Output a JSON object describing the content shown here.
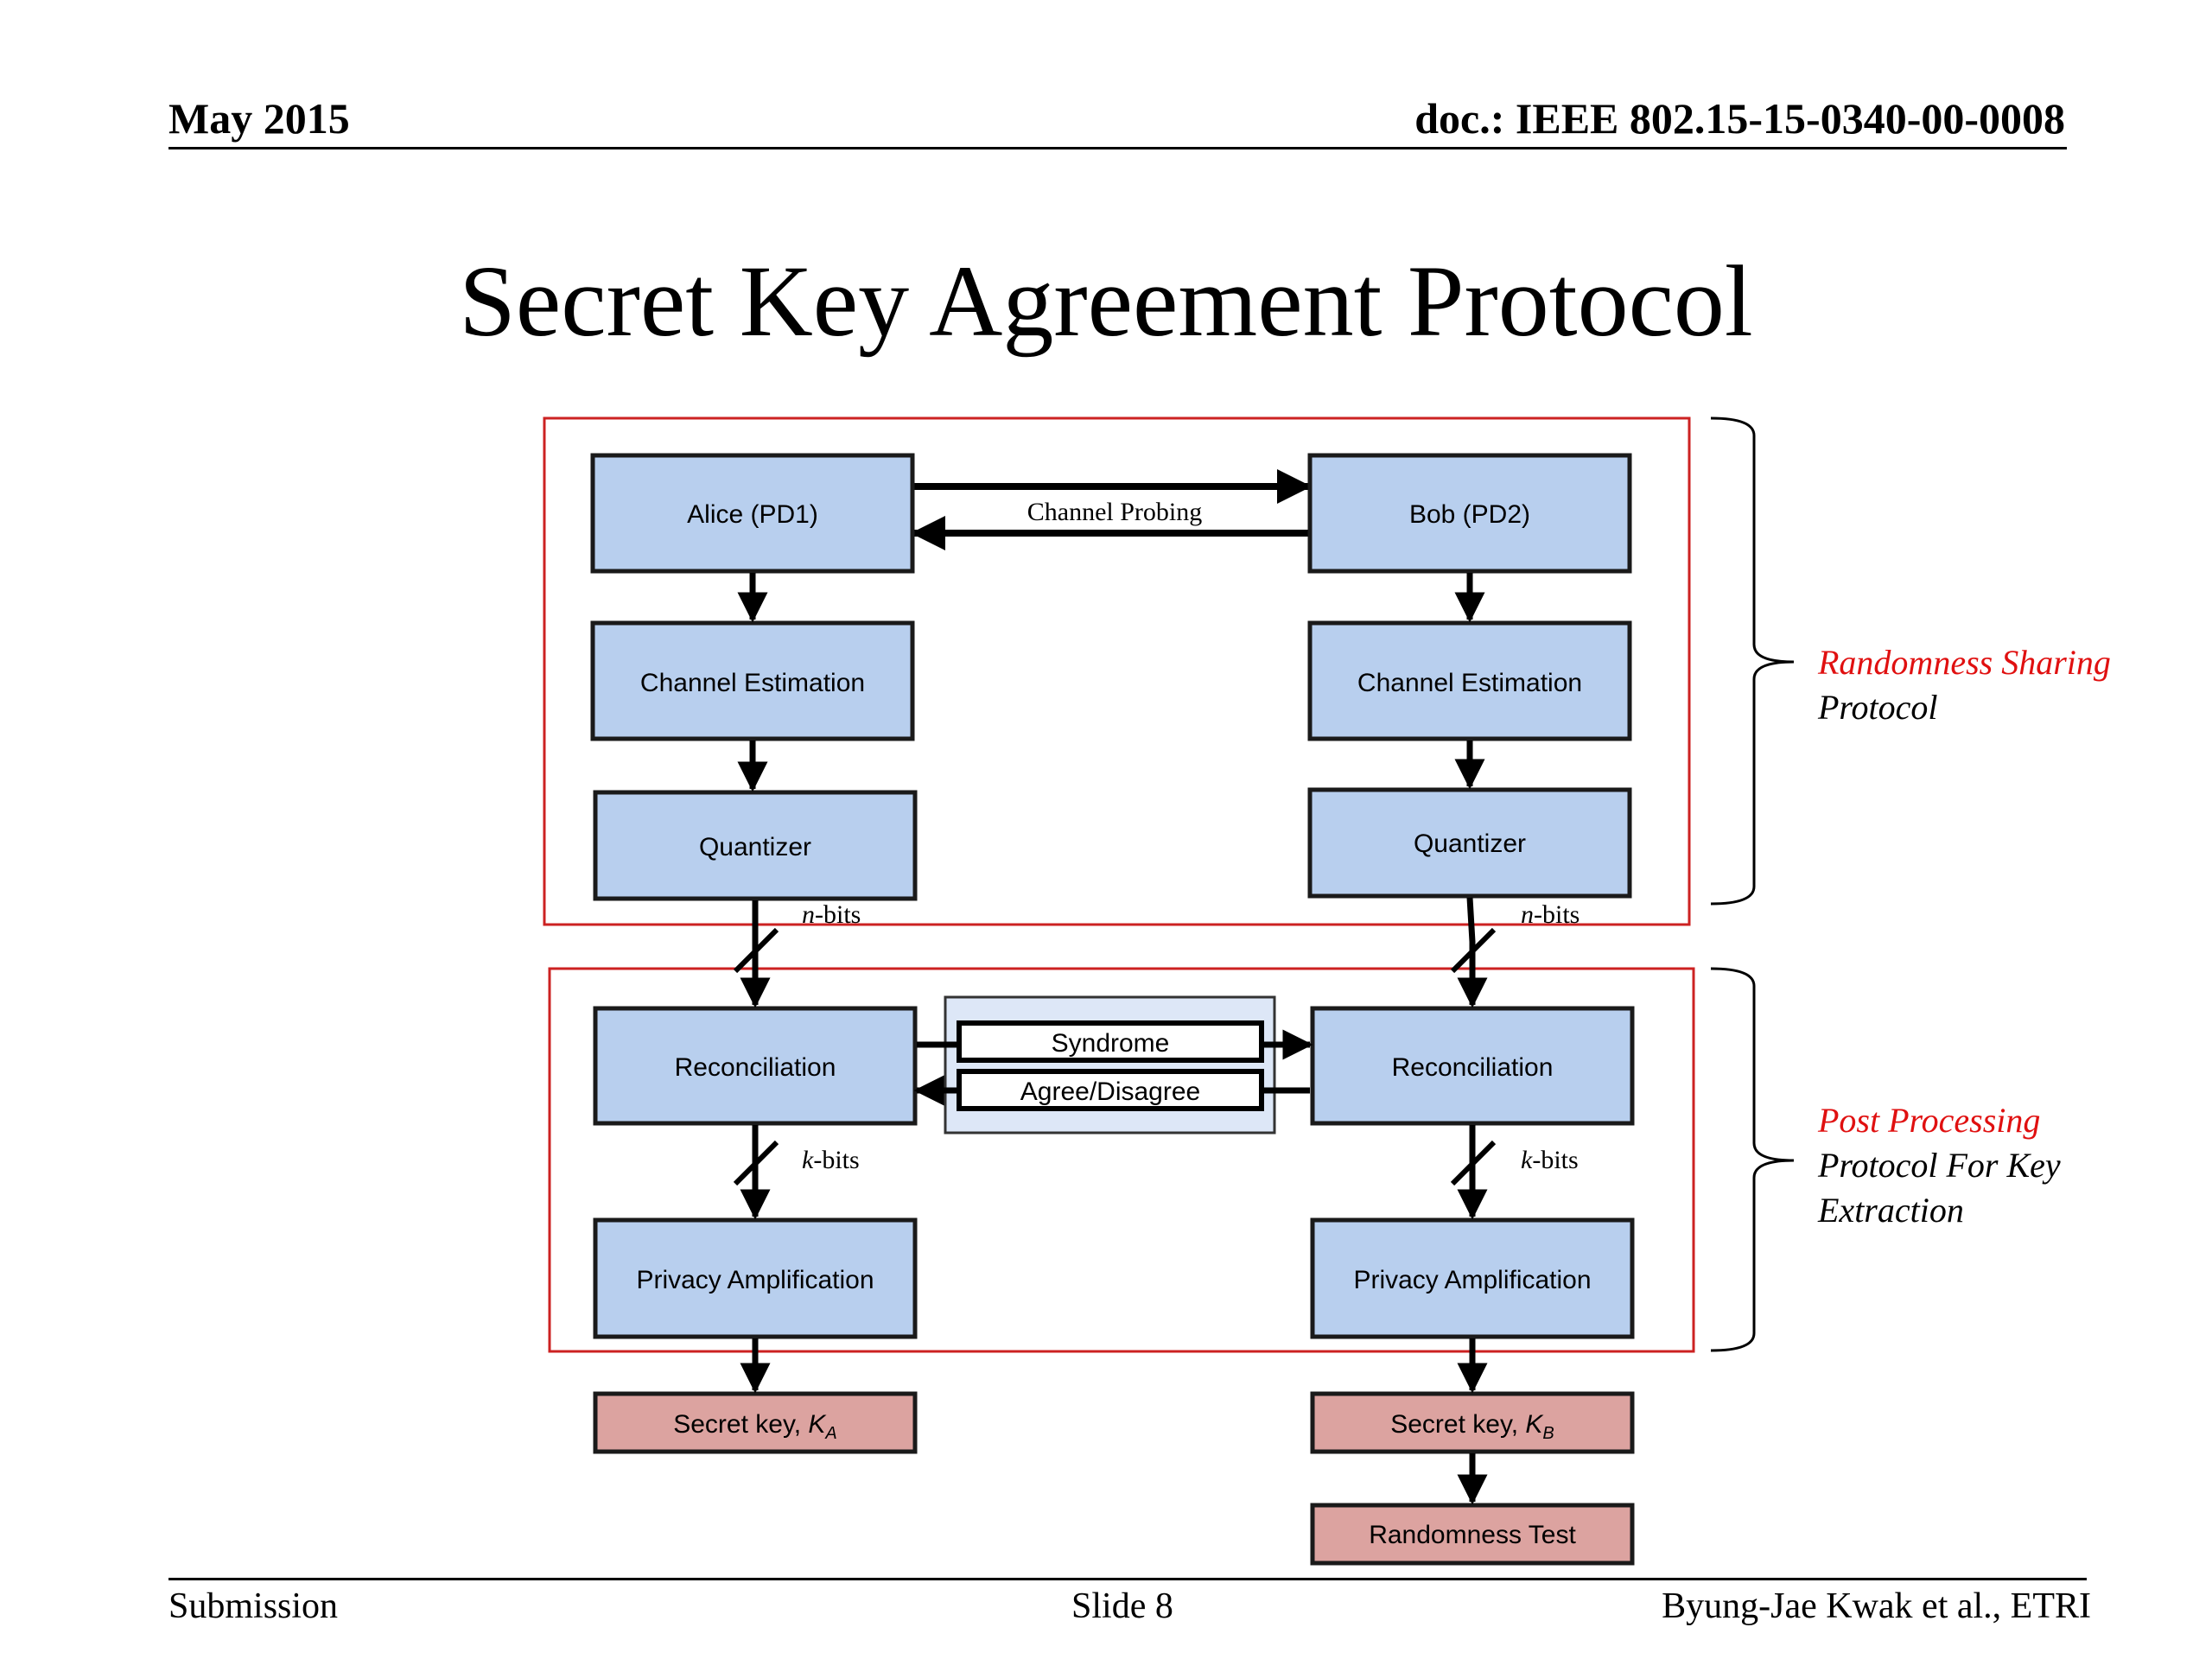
{
  "header": {
    "date": "May 2015",
    "doc": "doc.: IEEE 802.15-15-0340-00-0008"
  },
  "title": "Secret Key Agreement Protocol",
  "footer": {
    "left": "Submission",
    "center": "Slide 8",
    "right": "Byung-Jae Kwak et al., ETRI"
  },
  "diagram": {
    "alice": "Alice (PD1)",
    "bob": "Bob (PD2)",
    "channel_probing": "Channel Probing",
    "channel_estimation": "Channel Estimation",
    "quantizer": "Quantizer",
    "n_bits_var": "n",
    "n_bits_suffix": "-bits",
    "reconciliation": "Reconciliation",
    "syndrome": "Syndrome",
    "agree_disagree": "Agree/Disagree",
    "k_bits_var": "k",
    "k_bits_suffix": "-bits",
    "privacy_amplification": "Privacy Amplification",
    "secret_key_prefix": "Secret key, ",
    "key_a_base": "K",
    "key_a_sub": "A",
    "key_b_base": "K",
    "key_b_sub": "B",
    "randomness_test": "Randomness Test",
    "group1_line1": "Randomness Sharing",
    "group1_line2": "Protocol",
    "group2_line1": "Post Processing",
    "group2_line2": "Protocol For Key",
    "group2_line3": "Extraction"
  },
  "colors": {
    "process_fill": "#b8cfee",
    "key_fill": "#dca3a0",
    "group_border": "#cc2222",
    "accent_text": "#e01010"
  }
}
